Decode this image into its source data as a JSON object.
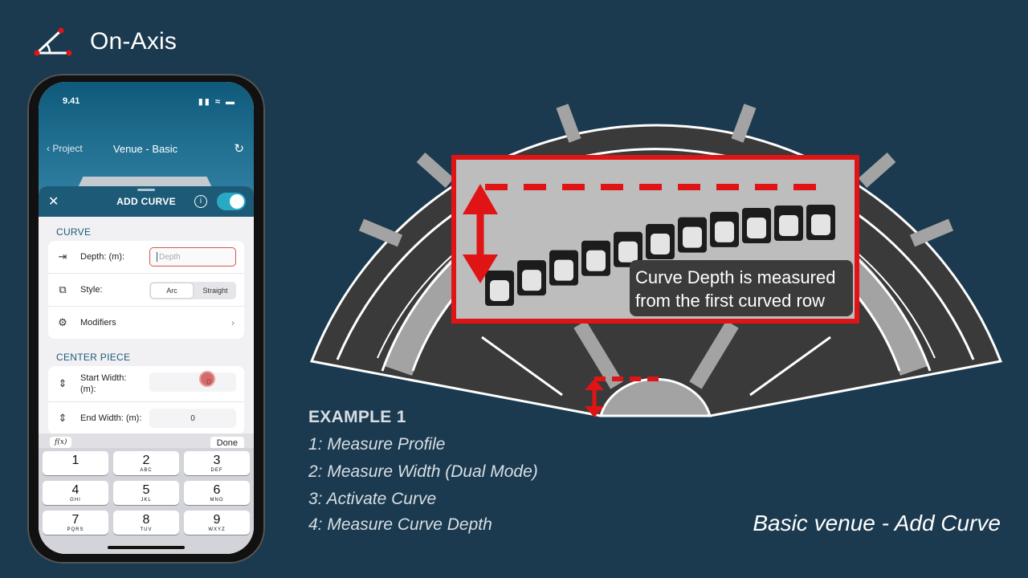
{
  "brand": {
    "name": "On-Axis",
    "logo_icon": "angle-icon"
  },
  "phone": {
    "status_time": "9.41",
    "nav": {
      "back_label": "Project",
      "title": "Venue - Basic"
    },
    "sheet": {
      "title": "ADD CURVE",
      "toggle_on": true,
      "curve_section": "CURVE",
      "depth_label": "Depth: (m):",
      "depth_placeholder": "Depth",
      "style_label": "Style:",
      "style_options": [
        "Arc",
        "Straight"
      ],
      "style_selected": "Arc",
      "modifiers_label": "Modifiers",
      "center_section": "CENTER PIECE",
      "start_width_label": "Start Width: (m):",
      "start_width_value": "0",
      "end_width_label": "End Width: (m):",
      "end_width_value": "0"
    },
    "keyboard": {
      "fx_label": "f(x)",
      "done_label": "Done",
      "keys": [
        {
          "d": "1",
          "l": ""
        },
        {
          "d": "2",
          "l": "ABC"
        },
        {
          "d": "3",
          "l": "DEF"
        },
        {
          "d": "4",
          "l": "GHI"
        },
        {
          "d": "5",
          "l": "JKL"
        },
        {
          "d": "6",
          "l": "MNO"
        },
        {
          "d": "7",
          "l": "PQRS"
        },
        {
          "d": "8",
          "l": "TUV"
        },
        {
          "d": "9",
          "l": "WXYZ"
        }
      ]
    }
  },
  "diagram": {
    "callout_line1": "Curve Depth is measured",
    "callout_line2": "from the first curved row",
    "accent_color": "#e01414"
  },
  "example": {
    "title": "EXAMPLE 1",
    "steps": [
      "1: Measure Profile",
      "2:  Measure Width (Dual Mode)",
      "3: Activate Curve",
      "4: Measure Curve Depth"
    ]
  },
  "caption": "Basic venue - Add Curve"
}
